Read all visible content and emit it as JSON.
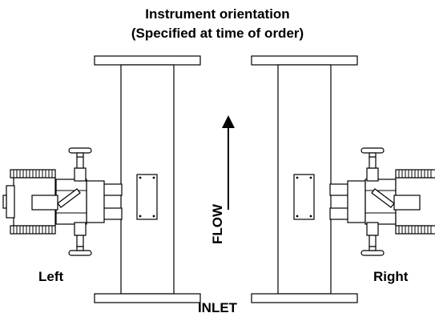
{
  "title": {
    "line1": "Instrument orientation",
    "line2": "(Specified at time of order)"
  },
  "labels": {
    "left": "Left",
    "right": "Right",
    "flow": "FLOW",
    "inlet": "INLET"
  },
  "colors": {
    "line": "#000000",
    "background": "#ffffff"
  }
}
